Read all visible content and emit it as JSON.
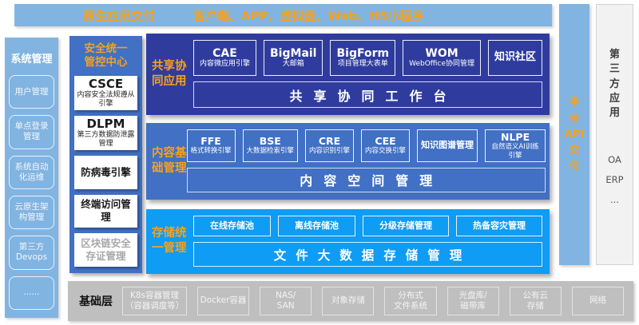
{
  "top_banner": {
    "left_label": "原生应用交付",
    "right_label": "客户端、APP、虚拟盘、Web、H5小程序"
  },
  "sidebar": {
    "title": "系统管理",
    "items": [
      "用户管理",
      "单点登录管理",
      "系统自动化运维",
      "云原生架构管理",
      "第三方Devops",
      "......"
    ]
  },
  "security_center": {
    "title": "安全统一管控中心",
    "items": [
      {
        "title": "CSCE",
        "subtitle": "内容安全法规遵从引擎"
      },
      {
        "title": "DLPM",
        "subtitle": "第三方数据防泄露管理"
      },
      {
        "title": "防病毒引擎"
      },
      {
        "title": "终端访问管理"
      },
      {
        "title": "区块链安全存证管理"
      }
    ]
  },
  "sections": [
    {
      "label": "共享协同应用",
      "boxes": [
        {
          "title": "CAE",
          "subtitle": "内容微应用引擎"
        },
        {
          "title": "BigMail",
          "subtitle": "大邮箱"
        },
        {
          "title": "BigForm",
          "subtitle": "项目管理大表单"
        },
        {
          "title": "WOM",
          "subtitle": "WebOffice协同管理"
        },
        {
          "title": "知识社区"
        }
      ],
      "bar": "共享协同工作台"
    },
    {
      "label": "内容基础管理",
      "boxes": [
        {
          "title": "FFE",
          "subtitle": "格式转换引擎"
        },
        {
          "title": "BSE",
          "subtitle": "大数据检索引擎"
        },
        {
          "title": "CRE",
          "subtitle": "内容识别引擎"
        },
        {
          "title": "CEE",
          "subtitle": "内容交换引擎"
        },
        {
          "title": "知识图谱管理"
        },
        {
          "title": "NLPE",
          "subtitle": "自然语义AI训练引擎"
        }
      ],
      "bar": "内容空间管理"
    },
    {
      "label": "存储统一管理",
      "boxes": [
        {
          "title": "在线存储池"
        },
        {
          "title": "离线存储池"
        },
        {
          "title": "分级存储管理"
        },
        {
          "title": "热备容灾管理"
        }
      ],
      "bar": "文件大数据存储管理"
    }
  ],
  "base_layer": {
    "label": "基础层",
    "boxes": [
      {
        "line1": "K8s容器管理",
        "line2": "（容器调度等）"
      },
      {
        "line1": "Docker容器"
      },
      {
        "line1": "NAS/",
        "line2": "SAN"
      },
      {
        "line1": "对象存储"
      },
      {
        "line1": "分布式",
        "line2": "文件系统"
      },
      {
        "line1": "光盘库/",
        "line2": "磁带库"
      },
      {
        "line1": "公有云",
        "line2": "存储"
      },
      {
        "line1": "网络"
      }
    ]
  },
  "api_panel": {
    "chars": [
      "平",
      "台",
      "API",
      "交",
      "付"
    ]
  },
  "third_party": {
    "title_chars": [
      "第",
      "三",
      "方",
      "应",
      "用"
    ],
    "items": [
      "OA",
      "ERP",
      "..."
    ]
  },
  "colors": {
    "light_blue": "#82B4E1",
    "medium_blue": "#4170C4",
    "navy": "#2F3C9E",
    "bright_blue": "#0E9CF4",
    "orange": "#F7A11A",
    "base_gray": "#BFBFBF"
  }
}
